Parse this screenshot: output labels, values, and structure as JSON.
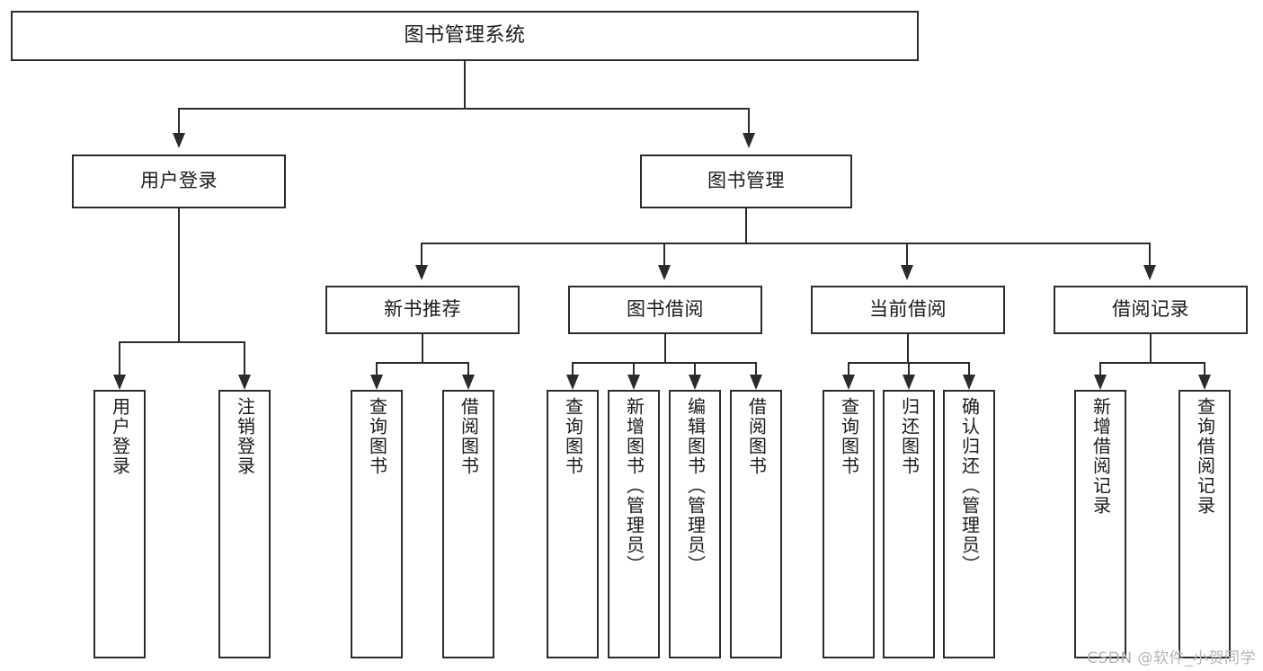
{
  "diagram": {
    "title": "图书管理系统",
    "type": "functional-structure-tree",
    "watermark": "CSDN @软件_小贺同学",
    "colors": {
      "stroke": "#2b2b2b",
      "fill": "#ffffff",
      "text": "#1a1a1a",
      "watermark": "#b4b4b4"
    }
  },
  "nodes": {
    "root": {
      "label": "图书管理系统"
    },
    "tier2": [
      {
        "label": "用户登录"
      },
      {
        "label": "图书管理"
      }
    ],
    "tier3": [
      {
        "label": "新书推荐"
      },
      {
        "label": "图书借阅"
      },
      {
        "label": "当前借阅"
      },
      {
        "label": "借阅记录"
      }
    ],
    "leaves": {
      "user_login": [
        {
          "label": "用户登录"
        },
        {
          "label": "注销登录"
        }
      ],
      "new_book_rec": [
        {
          "label": "查询图书"
        },
        {
          "label": "借阅图书"
        }
      ],
      "book_borrow": [
        {
          "label": "查询图书"
        },
        {
          "label": "新增图书（管理员）"
        },
        {
          "label": "编辑图书（管理员）"
        },
        {
          "label": "借阅图书"
        }
      ],
      "current_borrow": [
        {
          "label": "查询图书"
        },
        {
          "label": "归还图书"
        },
        {
          "label": "确认归还（管理员）"
        }
      ],
      "borrow_record": [
        {
          "label": "新增借阅记录"
        },
        {
          "label": "查询借阅记录"
        }
      ]
    }
  }
}
